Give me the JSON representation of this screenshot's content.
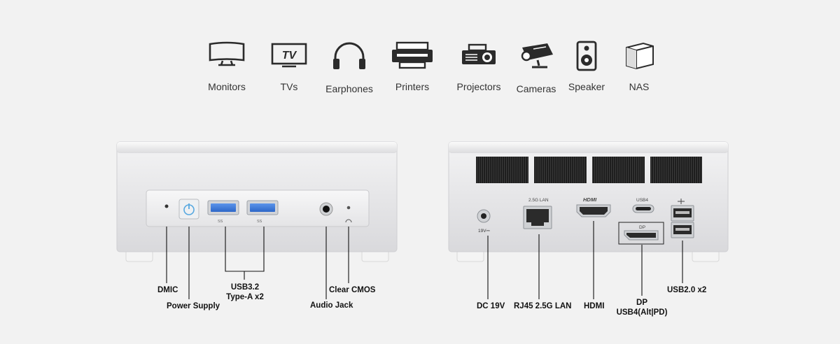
{
  "devices": [
    {
      "label": "Monitors",
      "icon": "monitor-icon"
    },
    {
      "label": "TVs",
      "icon": "tv-icon"
    },
    {
      "label": "Earphones",
      "icon": "headphones-icon"
    },
    {
      "label": "Printers",
      "icon": "printer-icon"
    },
    {
      "label": "Projectors",
      "icon": "projector-icon"
    },
    {
      "label": "Cameras",
      "icon": "camera-icon"
    },
    {
      "label": "Speaker",
      "icon": "speaker-icon"
    },
    {
      "label": "NAS",
      "icon": "nas-icon"
    }
  ],
  "tv_icon_text": "TV",
  "front": {
    "labels": {
      "dmic": "DMIC",
      "power": "Power Supply",
      "usb_line1": "USB3.2",
      "usb_line2": "Type-A x2",
      "audio": "Audio Jack",
      "cmos": "Clear CMOS"
    },
    "usb_mark": "SS"
  },
  "back": {
    "port_marks": {
      "dc": "19V⎓",
      "lan": "2.5G LAN",
      "hdmi": "HDMI",
      "usb4": "USB4",
      "dp": "DP"
    },
    "labels": {
      "dc": "DC 19V",
      "lan": "RJ45 2.5G LAN",
      "hdmi": "HDMI",
      "dp_line1": "DP",
      "dp_line2": "USB4(Alt|PD)",
      "usb2": "USB2.0 x2"
    }
  },
  "colors": {
    "background": "#f2f2f2",
    "chassis": "#e9e9ea",
    "port_blue": "#3a78d6",
    "icon_dark": "#2b2b2b"
  }
}
